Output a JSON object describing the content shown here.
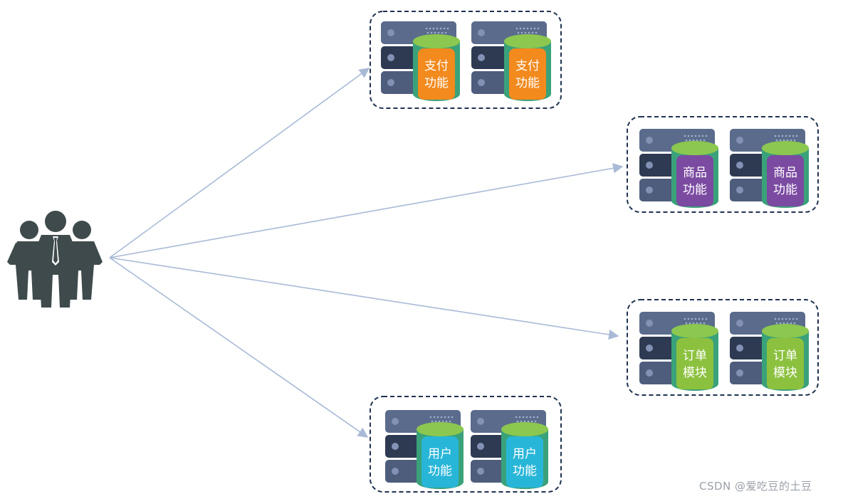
{
  "users_icon": "users-group-icon",
  "colors": {
    "connector": "#a9bad6",
    "group_border": "#1f3350",
    "server_top": "#5a6b8c",
    "server_mid": "#2e3a52",
    "server_bottom": "#4e5d7c",
    "server_led": "#8391b5",
    "cylinder_top": "#8cc74f",
    "cylinder_body": "#3aa27a",
    "people": "#3f4a4c"
  },
  "groups": [
    {
      "id": "payment",
      "labels": [
        "支付\n功能",
        "支付\n功能"
      ],
      "color": "#f28a1e"
    },
    {
      "id": "product",
      "labels": [
        "商品\n功能",
        "商品\n功能"
      ],
      "color": "#7b4aa1"
    },
    {
      "id": "order",
      "labels": [
        "订单\n模块",
        "订单\n模块"
      ],
      "color": "#8cc13f"
    },
    {
      "id": "user",
      "labels": [
        "用户\n功能",
        "用户\n功能"
      ],
      "color": "#28b6d8"
    }
  ],
  "watermark": "CSDN @爱吃豆的土豆"
}
